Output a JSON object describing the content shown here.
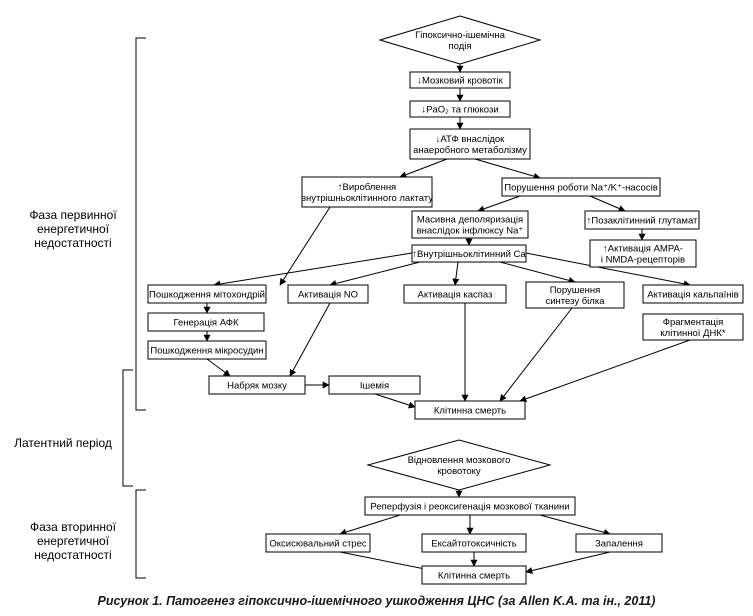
{
  "phases": {
    "primary": "Фаза первинної енергетичної недостатності",
    "latent": "Латентний період",
    "secondary": "Фаза вторинної енергетичної недостатності"
  },
  "nodes": {
    "n_event": [
      "Гіпоксично-ішемічна",
      "подія"
    ],
    "n_bloodflow": [
      "↓Мозковий кровотік"
    ],
    "n_pao2": [
      "↓PaO₂ та глюкози"
    ],
    "n_atp": [
      "↓АТФ внаслідок",
      "анаеробного метаболізму"
    ],
    "n_lactate": [
      "↑Вироблення",
      "внутрішньоклітинного лактату"
    ],
    "n_napump": [
      "Порушення роботи Na⁺/K⁺-насосів"
    ],
    "n_depol": [
      "Масивна деполяризація",
      "внаслідок інфлюксу Na⁺"
    ],
    "n_glutamate": [
      "↑Позаклітинний глутамат"
    ],
    "n_ampa": [
      "↑Активація AMPA-",
      "і NMDA-рецепторів"
    ],
    "n_ca": [
      "↑Внутрішньоклітинний Ca"
    ],
    "n_mito": [
      "Пошкодження мітохондрій"
    ],
    "n_no": [
      "Активація NO"
    ],
    "n_caspase": [
      "Активація каспаз"
    ],
    "n_protein": [
      "Порушення",
      "синтезу білка"
    ],
    "n_calpain": [
      "Активація кальпаїнів"
    ],
    "n_ros": [
      "Генерація АФК"
    ],
    "n_micro": [
      "Пошкодження мікросудин"
    ],
    "n_dna": [
      "Фрагментація",
      "клітинної ДНК*"
    ],
    "n_edema": [
      "Набряк мозку"
    ],
    "n_ischemia": [
      "Ішемія"
    ],
    "n_death1": [
      "Клітинна смерть"
    ],
    "n_restore": [
      "Відновлення мозкового",
      "кровотоку"
    ],
    "n_reperf": [
      "Реперфузія і реоксигенація мозкової тканини"
    ],
    "n_oxstress": [
      "Оксисювальний стрес"
    ],
    "n_excito": [
      "Ексайтотоксичність"
    ],
    "n_inflam": [
      "Запалення"
    ],
    "n_death2": [
      "Клітинна смерть"
    ]
  },
  "caption": "Рисунок 1. Патогенез гіпоксично-ішемічного ушкодження ЦНС (за Allen K.A. та ін., 2011)"
}
